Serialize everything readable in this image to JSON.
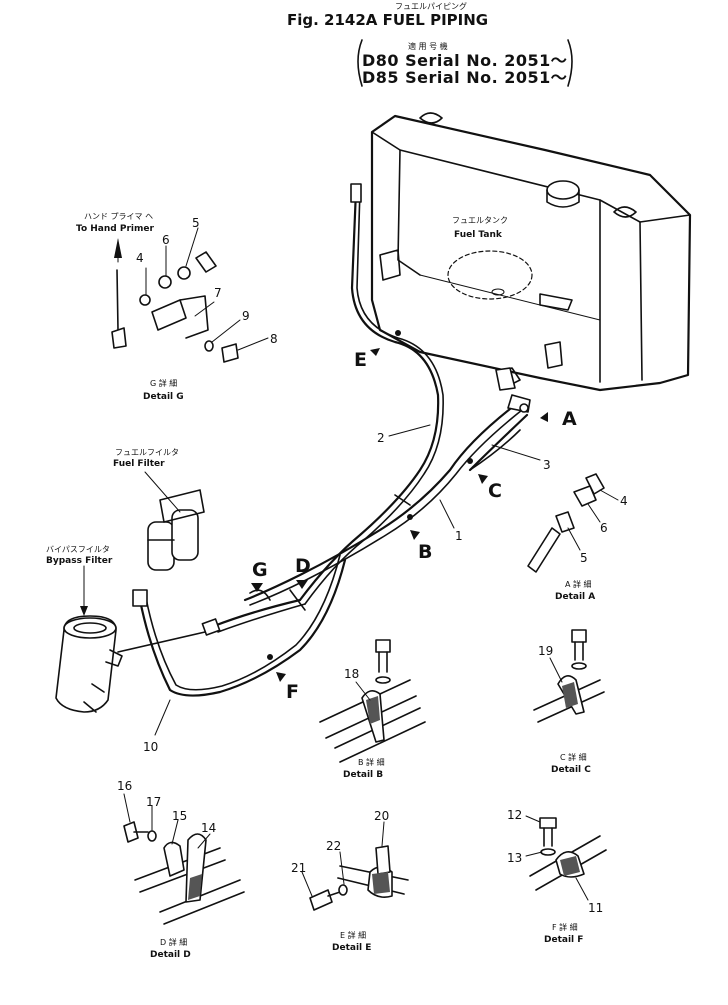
{
  "header": {
    "title_jp": "フュエルパイピング",
    "title": "Fig. 2142A  FUEL  PIPING",
    "applicable_jp": "適 用 号 機",
    "serial_1": "D80  Serial  No.  2051～",
    "serial_2": "D85  Serial  No.  2051～"
  },
  "labels": {
    "fuel_tank_jp": "フュエルタンク",
    "fuel_tank": "Fuel Tank",
    "hand_primer_jp": "ハンド プライマ ヘ",
    "hand_primer": "To Hand Primer",
    "fuel_filter_jp": "フュエルフイルタ",
    "fuel_filter": "Fuel Filter",
    "bypass_filter_jp": "バイパスフイルタ",
    "bypass_filter": "Bypass Filter"
  },
  "view_letters": {
    "A": "A",
    "B": "B",
    "C": "C",
    "D": "D",
    "E": "E",
    "F": "F",
    "G": "G"
  },
  "details": {
    "A_jp": "A 詳 細",
    "A": "Detail  A",
    "B_jp": "B 詳 細",
    "B": "Detail  B",
    "C_jp": "C 詳 細",
    "C": "Detail  C",
    "D_jp": "D 詳 細",
    "D": "Detail  D",
    "E_jp": "E 詳 細",
    "E": "Detail  E",
    "F_jp": "F 詳 細",
    "F": "Detail  F",
    "G_jp": "G 詳 細",
    "G": "Detail  G"
  },
  "part_numbers": {
    "p1": "1",
    "p2": "2",
    "p3": "3",
    "pA4": "4",
    "pA5": "5",
    "pA6": "6",
    "pG4": "4",
    "pG5": "5",
    "pG6": "6",
    "pG7": "7",
    "pG8": "8",
    "pG9": "9",
    "p10": "10",
    "p11": "11",
    "p12": "12",
    "p13": "13",
    "p14": "14",
    "p15": "15",
    "p16": "16",
    "p17": "17",
    "p18": "18",
    "p19": "19",
    "p20": "20",
    "p21": "21",
    "p22": "22"
  }
}
